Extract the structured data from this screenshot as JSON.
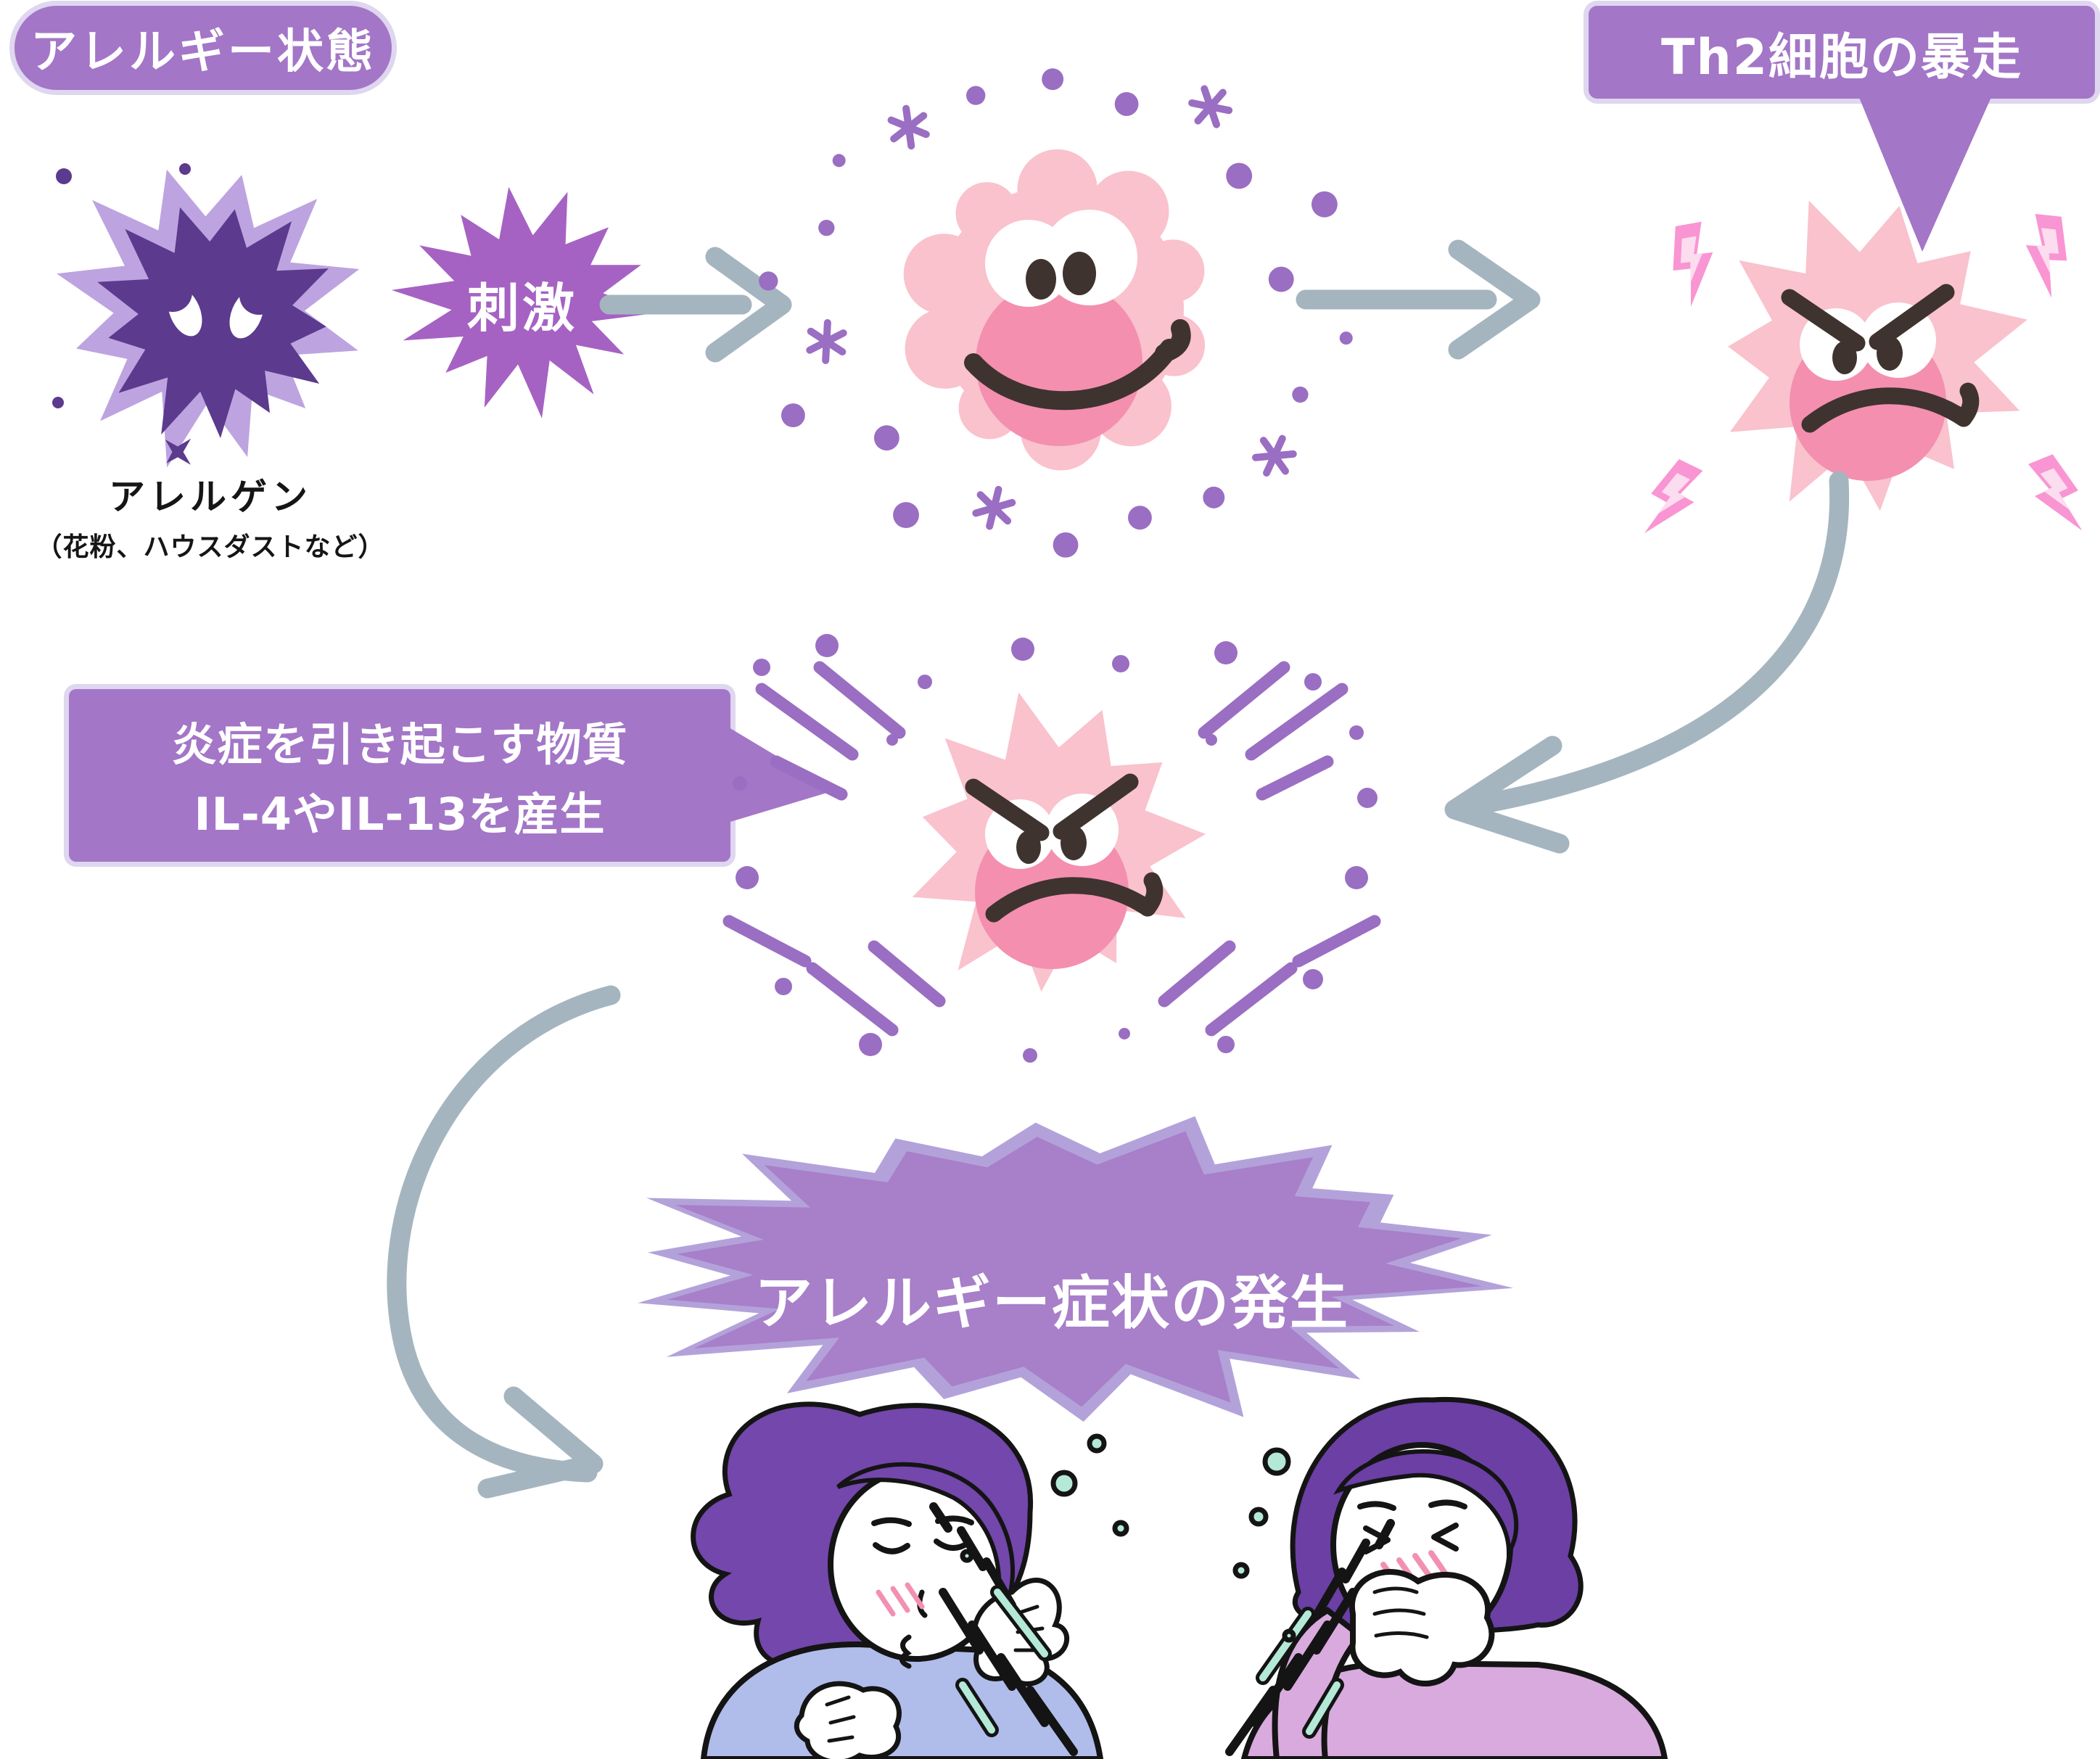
{
  "diagram_title": "アレルギー状態",
  "badges": {
    "state": "アレルギー状態",
    "th2": "Th2細胞の暴走"
  },
  "allergen": {
    "name": "アレルゲン",
    "examples": "（花粉、ハウスダストなど）"
  },
  "stimulus": {
    "label": "刺激"
  },
  "inflammation": {
    "line1": "炎症を引き起こす物質",
    "line2": "IL-4やIL-13を産生"
  },
  "symptoms": {
    "label": "アレルギー症状の発生"
  },
  "icons": {
    "allergen-icon": "dark purple spiky blob with angry white eyes on light purple burst",
    "stimulus-burst-icon": "purple starburst",
    "th2-cell-normal-icon": "pink smiling round immune cell",
    "th2-cell-angry-icon": "pink angry spiky immune cell",
    "lightning-icon": "pink lightning bolt",
    "antigen-particles-icon": "purple dots and asterisk particles",
    "flow-arrow-icon": "gray hand-drawn arrow",
    "curved-arrow-icon": "gray curved arrow",
    "sneezing-woman-icon": "woman with purple hair and blue shirt sneezing",
    "sneezing-man-icon": "man with purple hair and pink shirt covering mouth",
    "sneeze-spray-icon": "black dashes and mint droplets"
  },
  "colors": {
    "purpleLabel": "#a376c7",
    "purpleBurst": "#a562c3",
    "allergenDark": "#5c3a8e",
    "allergenLight": "#bda4e0",
    "particle": "#9a6ec2",
    "arrow": "#a4b5bf",
    "cellPink": "#f9c2cd",
    "cellCore": "#f48fb0",
    "face": "#3f332f",
    "lightning": "#f995d2",
    "lightningInner": "#fcdcef",
    "burstOuter": "#b3a2da",
    "burstInner": "#a87fc9",
    "hairL": "#7347ab",
    "hairR": "#6b3fa4",
    "shirtL": "#b0bdea",
    "shirtR": "#d9aade",
    "mint": "#b4e9d7",
    "ink": "#141414"
  }
}
